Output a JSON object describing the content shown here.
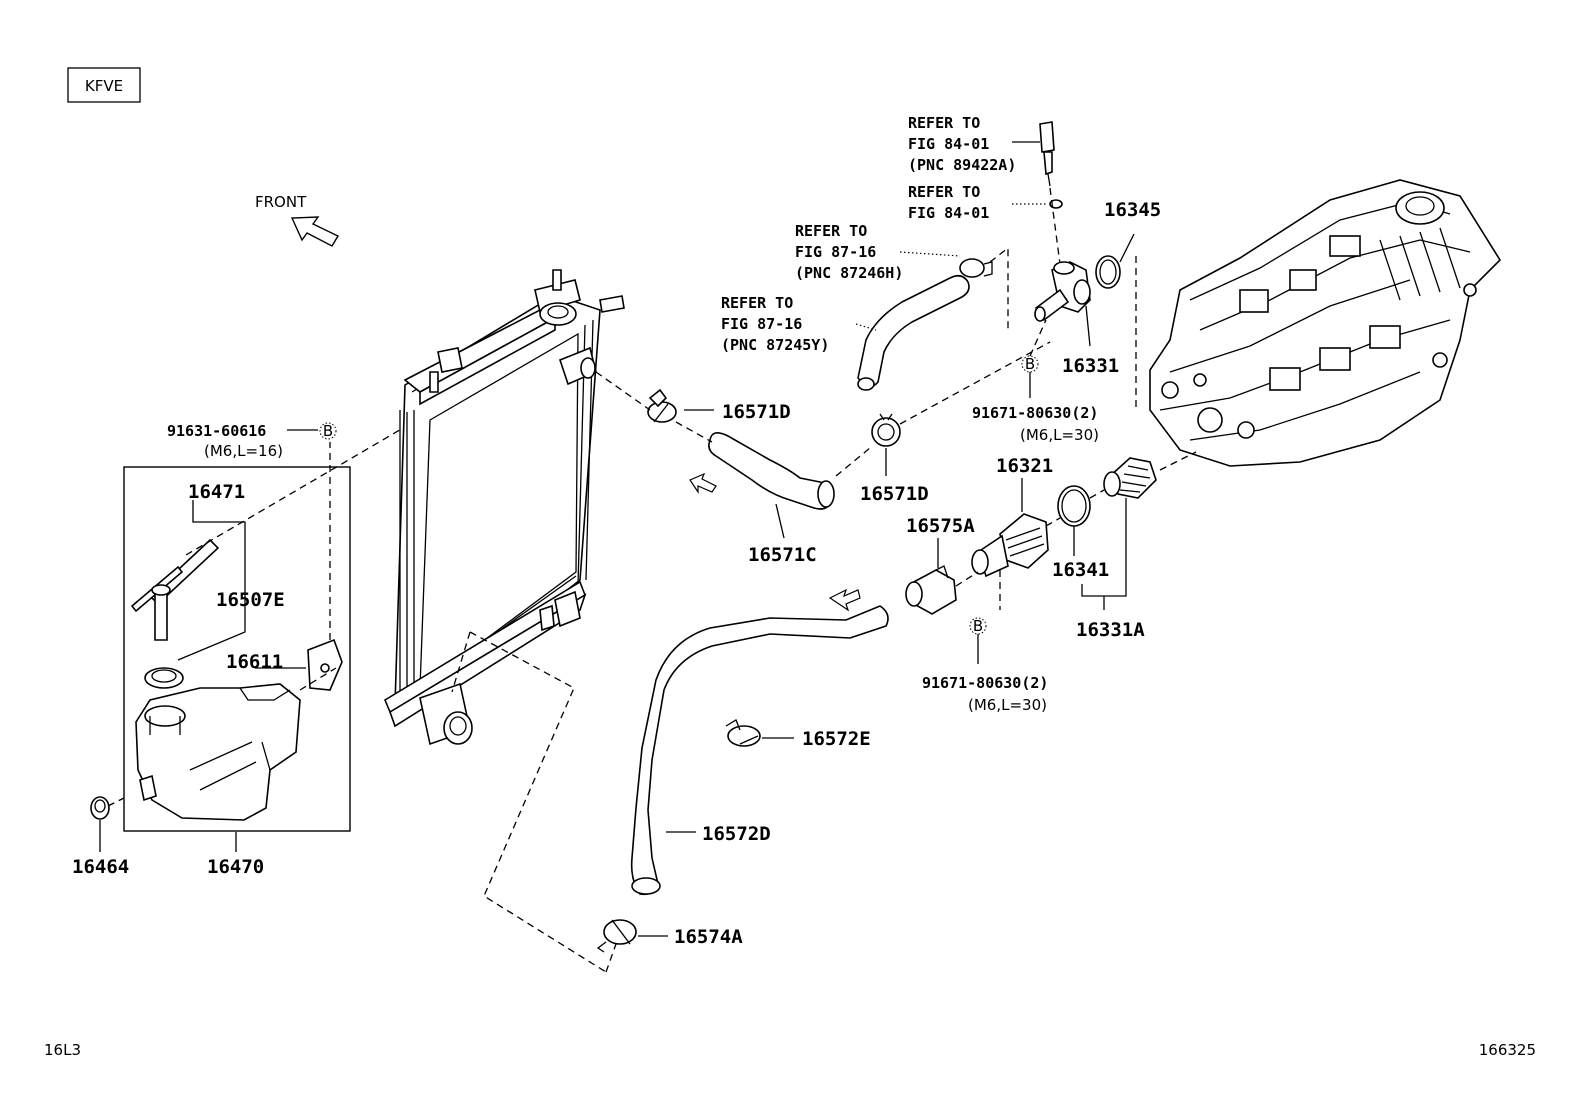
{
  "engine_code": "KFVE",
  "front_label": "FRONT",
  "diagram_id": "16L3",
  "illustration_number": "166325",
  "bolt_marker": "B",
  "parts": {
    "p16471": "16471",
    "p16507E": "16507E",
    "p16611": "16611",
    "p16464": "16464",
    "p16470": "16470",
    "p16571D_top": "16571D",
    "p16571D_bottom": "16571D",
    "p16571C": "16571C",
    "p16575A": "16575A",
    "p16572E": "16572E",
    "p16572D": "16572D",
    "p16574A": "16574A",
    "p16321": "16321",
    "p16341": "16341",
    "p16331A": "16331A",
    "p16331": "16331",
    "p16345": "16345"
  },
  "bolts": {
    "b_tank_pn": "91631-60616",
    "b_tank_spec": "(M6,L=16)",
    "b_upper_pn": "91671-80630(2)",
    "b_upper_spec": "(M6,L=30)",
    "b_lower_pn": "91671-80630(2)",
    "b_lower_spec": "(M6,L=30)"
  },
  "references": {
    "sensor": [
      "REFER TO",
      "FIG 84-01",
      "(PNC 89422A)"
    ],
    "gasket": [
      "REFER TO",
      "FIG 84-01"
    ],
    "hose_upper": [
      "REFER TO",
      "FIG 87-16",
      "(PNC 87246H)"
    ],
    "hose_lower": [
      "REFER TO",
      "FIG 87-16",
      "(PNC 87245Y)"
    ]
  }
}
